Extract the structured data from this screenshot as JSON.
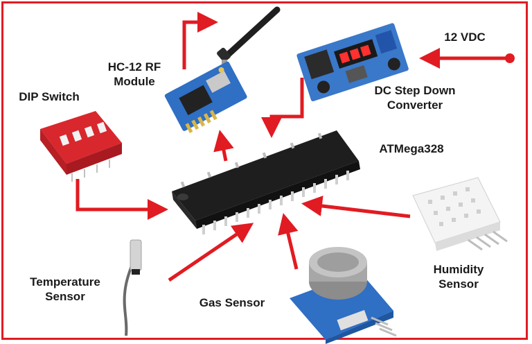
{
  "colors": {
    "arrow": "#e11b22",
    "frame": "#e11b22",
    "chip": "#222222",
    "pcb_blue": "#2f6fc4",
    "dip_red": "#d9272e"
  },
  "labels": {
    "hc12_line1": "HC-12 RF",
    "hc12_line2": "Module",
    "dip_switch": "DIP Switch",
    "vdc": "12 VDC",
    "dc_line1": "DC Step Down",
    "dc_line2": "Converter",
    "atmega": "ATMega328",
    "temp_line1": "Temperature",
    "temp_line2": "Sensor",
    "gas": "Gas Sensor",
    "humidity_line1": "Humidity",
    "humidity_line2": "Sensor"
  },
  "icons": [
    "antenna-icon",
    "rf-module-icon",
    "dip-switch-icon",
    "buck-converter-icon",
    "microcontroller-chip-icon",
    "humidity-sensor-icon",
    "gas-sensor-icon",
    "temperature-probe-icon"
  ]
}
